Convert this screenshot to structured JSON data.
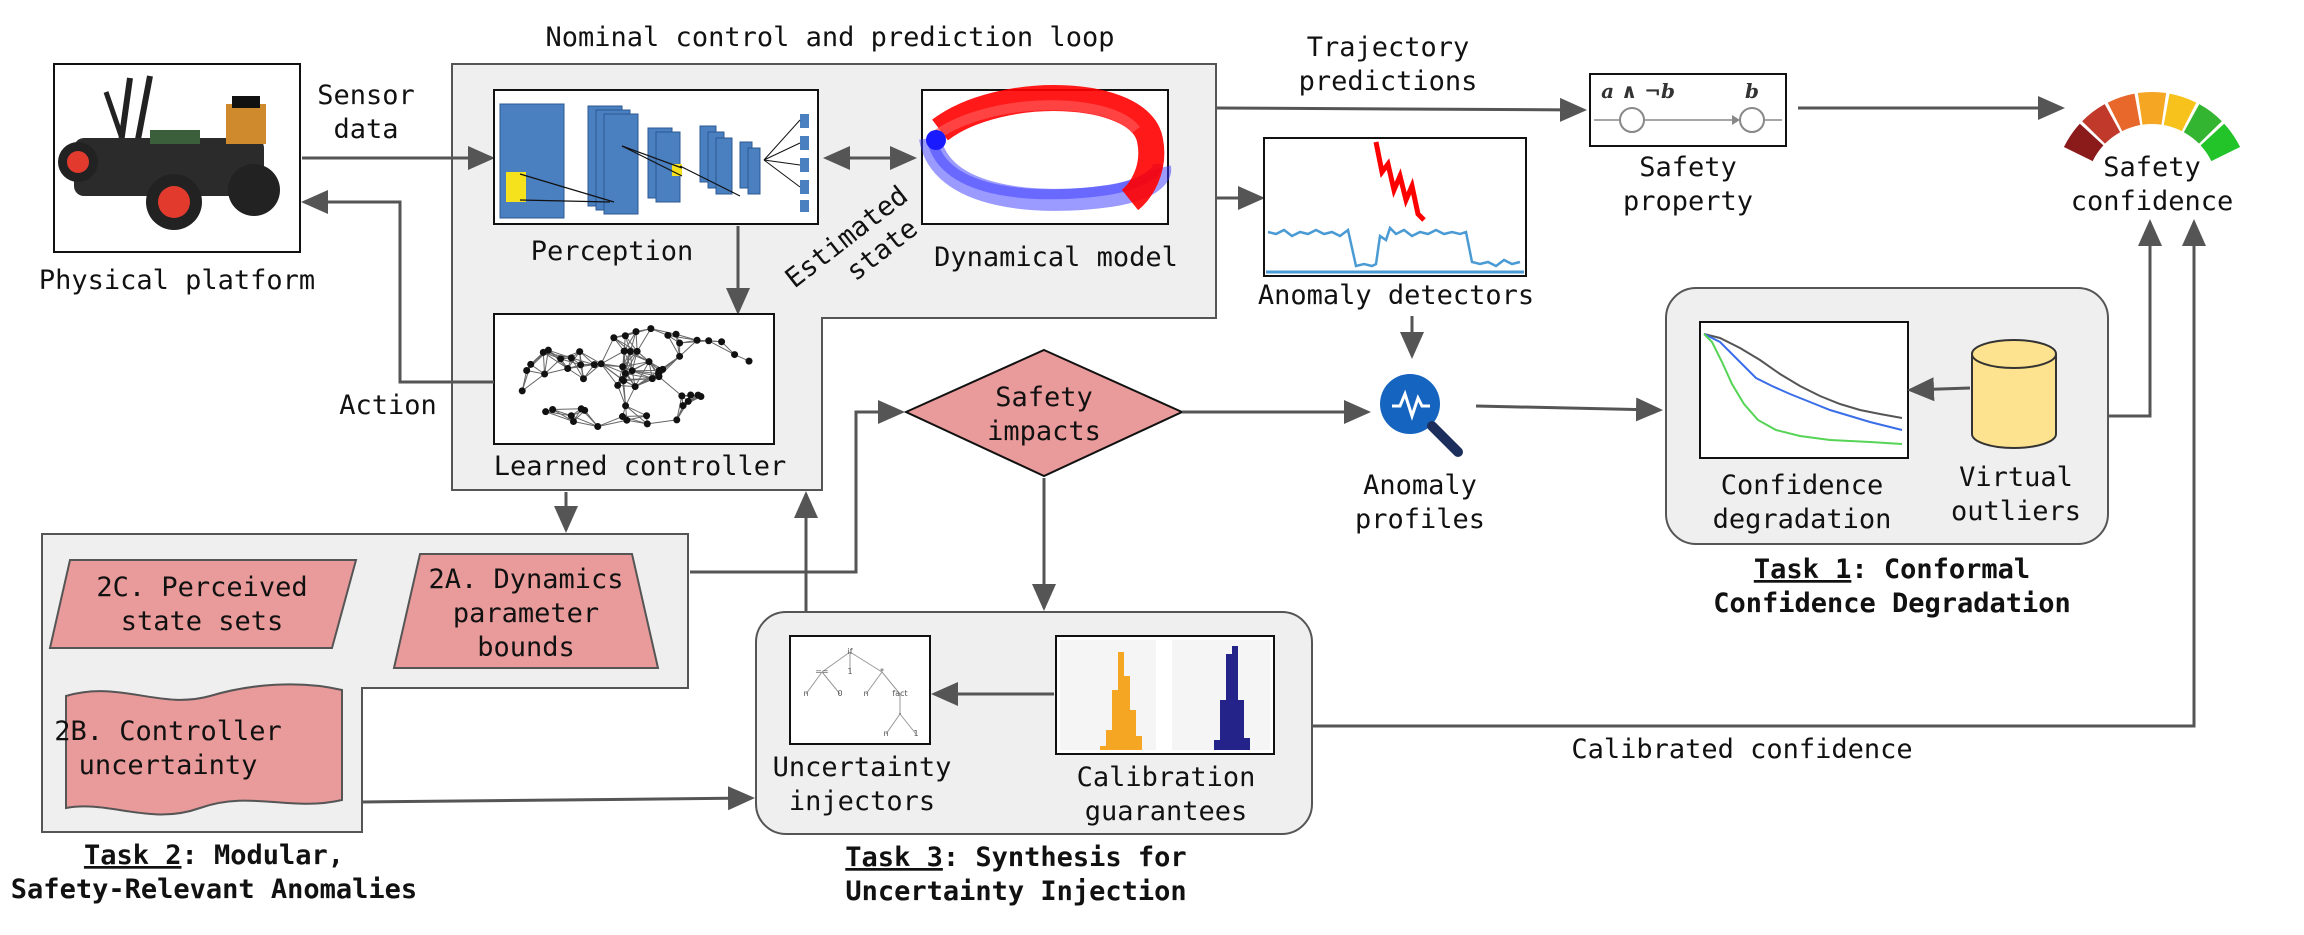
{
  "loop_title": "Nominal control and prediction loop",
  "platform": {
    "label": "Physical platform"
  },
  "sensor": {
    "line1": "Sensor",
    "line2": "data"
  },
  "action": {
    "label": "Action"
  },
  "perception": {
    "label": "Perception"
  },
  "dynamical_model": {
    "label": "Dynamical model"
  },
  "estimated_state": {
    "line1": "Estimated",
    "line2": "state"
  },
  "learned_controller": {
    "label": "Learned controller"
  },
  "trajectory": {
    "line1": "Trajectory",
    "line2": "predictions"
  },
  "safety_property": {
    "line1": "Safety",
    "line2": "property",
    "formula_left": "a ∧ ¬b",
    "formula_right": "b"
  },
  "safety_confidence": {
    "line1": "Safety",
    "line2": "confidence"
  },
  "anomaly_detectors": {
    "label": "Anomaly detectors"
  },
  "safety_impacts": {
    "line1": "Safety",
    "line2": "impacts"
  },
  "anomaly_profiles": {
    "line1": "Anomaly",
    "line2": "profiles"
  },
  "task1": {
    "conf_line1": "Confidence",
    "conf_line2": "degradation",
    "vo_line1": "Virtual",
    "vo_line2": "outliers",
    "title_u": "Task 1",
    "title_rest": ": Conformal",
    "title_line2": "Confidence Degradation"
  },
  "task2": {
    "c_line1": "2C. Perceived",
    "c_line2": "state sets",
    "a_line1": "2A. Dynamics",
    "a_line2": "parameter",
    "a_line3": "bounds",
    "b_line1": "2B. Controller",
    "b_line2": "uncertainty",
    "title_u": "Task 2",
    "title_rest": ": Modular,",
    "title_line2": "Safety-Relevant Anomalies"
  },
  "task3": {
    "ui_line1": "Uncertainty",
    "ui_line2": "injectors",
    "cg_line1": "Calibration",
    "cg_line2": "guarantees",
    "title_u": "Task 3",
    "title_rest": ": Synthesis for",
    "title_line2": "Uncertainty Injection"
  },
  "calibrated_confidence": {
    "label": "Calibrated confidence"
  },
  "colors": {
    "box_fill": "#efefef",
    "box_stroke": "#555555",
    "pink": "#e99a9a",
    "cnn_blue": "#4a7fc0",
    "signal_blue": "#4a9ad4",
    "red": "#ff0000",
    "cylinder": "#fde28f",
    "gauge": [
      "#8b1a1a",
      "#c0392b",
      "#e8672b",
      "#f5a623",
      "#f7c21b",
      "#33b531",
      "#22c42a"
    ]
  }
}
